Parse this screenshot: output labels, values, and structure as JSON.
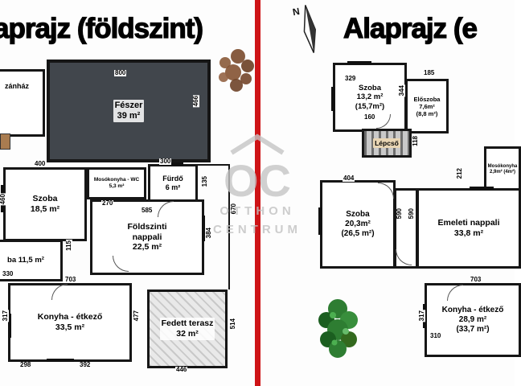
{
  "colors": {
    "divider": "#ce1417",
    "shed_fill": "#41464c",
    "wall": "#161616",
    "watermark": "#c2c2c2"
  },
  "watermark": {
    "logo": "OC",
    "line1": "OTTHON",
    "line2": "CENTRUM"
  },
  "compass": {
    "label": "N"
  },
  "left": {
    "title": "aprajz (földszint)",
    "rooms": {
      "kazanhaz": "zánház",
      "feszer": "Fészer\n39 m²",
      "szoba1": "Szoba\n18,5 m²",
      "mosokonyha": "Mosókonyha - WC\n5,3 m²",
      "furdo": "Fürdő\n6 m²",
      "nappali": "Földszinti\nnappali\n22,5 m²",
      "szoba2": "ba 11,5 m²",
      "konyha": "Konyha - étkező\n33,5 m²",
      "terasz": "Fedett terasz\n32 m²"
    },
    "dims": {
      "d800": "800",
      "d466": "466",
      "d400": "400",
      "d460": "460",
      "d270": "270",
      "d585": "585",
      "d300": "300",
      "d135": "135",
      "d384": "384",
      "d670": "670",
      "d115": "115",
      "d330": "330",
      "d703": "703",
      "d317": "317",
      "d477": "477",
      "d298": "298",
      "d392": "392",
      "d446": "446",
      "d514": "514"
    }
  },
  "right": {
    "title": "Alaprajz (e",
    "rooms": {
      "szoba1": "Szoba\n13,2 m²\n(15,7m²)",
      "eloszoba": "Előszoba\n7,6m²\n(8,8 m²)",
      "lepcso": "Lépcső",
      "szoba2": "Szoba\n20,3m²\n(26,5 m²)",
      "mosokonyha": "Mosókonyha\n2,9m² (4m²)",
      "nappali": "Emeleti nappali\n33,8 m²",
      "konyha": "Konyha - étkező\n28,9 m²\n(33,7 m²)"
    },
    "dims": {
      "d329": "329",
      "d185": "185",
      "d344": "344",
      "d160": "160",
      "d118": "118",
      "d404": "404",
      "d212": "212",
      "d590a": "590",
      "d590b": "590",
      "d703": "703",
      "d317": "317",
      "d310": "310"
    }
  }
}
